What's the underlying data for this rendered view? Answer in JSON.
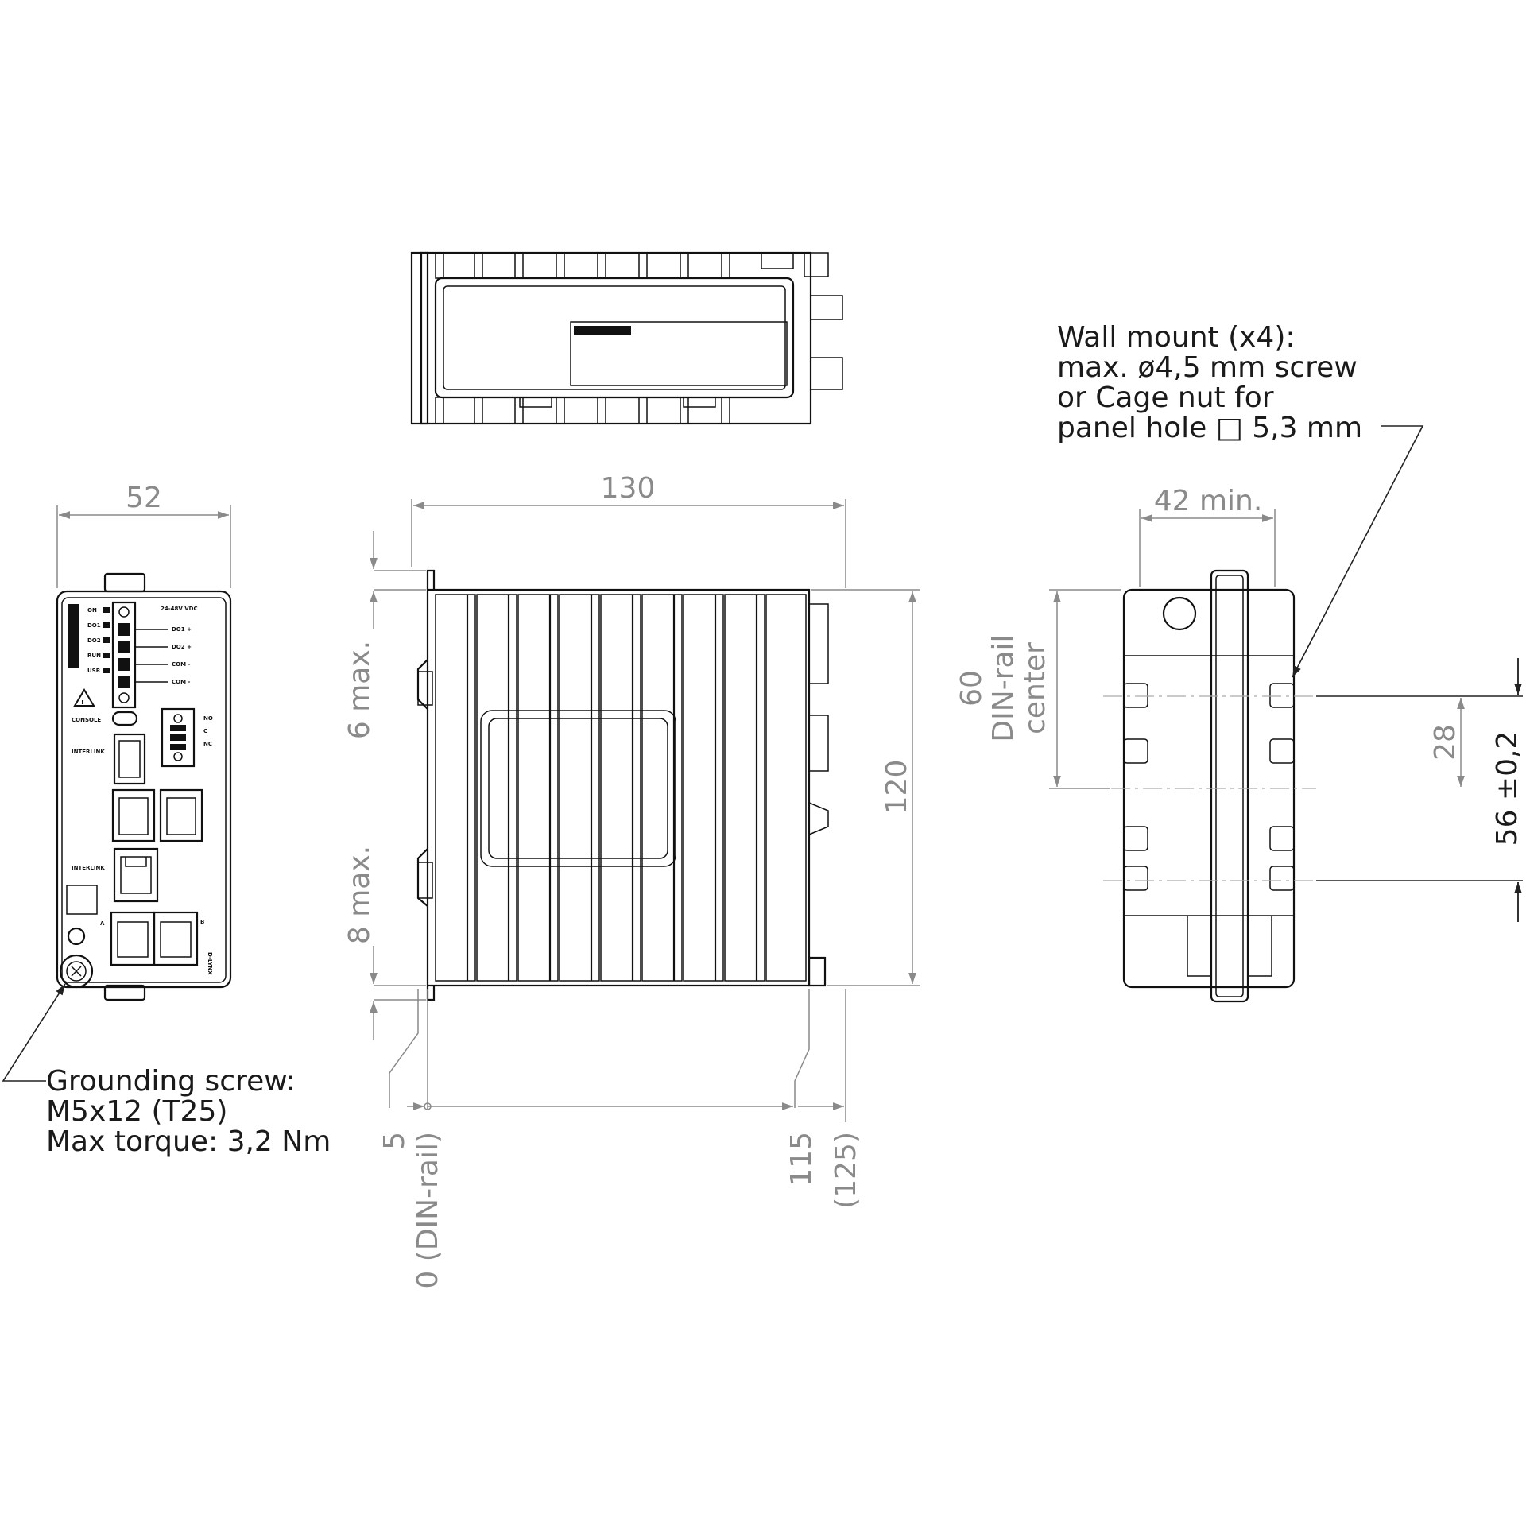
{
  "dimensions": {
    "width_front": "52",
    "length_side": "130",
    "top_offset": "6 max.",
    "bottom_offset": "8 max.",
    "height_side": "120",
    "din_rail_center_value": "60",
    "din_rail_center_label1": "DIN-rail",
    "din_rail_center_label2": "center",
    "mount_width": "42 min.",
    "hole_spacing": "28",
    "hole_pitch": "56 ±0,2",
    "depth_offset": "5",
    "depth_origin": "0 (DIN-rail)",
    "depth_115": "115",
    "depth_125": "(125)"
  },
  "notes": {
    "wall_mount": [
      "Wall mount (x4):",
      "max. ø4,5 mm screw",
      "or Cage nut for",
      "panel hole □ 5,3 mm"
    ],
    "grounding": [
      "Grounding screw:",
      "M5x12 (T25)",
      "Max torque: 3,2 Nm"
    ]
  },
  "front_panel_labels": {
    "power_header": "24-48V VDC",
    "leds": [
      "ON",
      "DO1",
      "DO2",
      "RUN",
      "USR"
    ],
    "terminals": [
      "DO1 +",
      "DO2 +",
      "COM -",
      "COM -"
    ],
    "console": "CONSOLE",
    "relay": [
      "NO",
      "C",
      "NC"
    ],
    "interlink_top": "INTERLINK",
    "port_a_label": "A",
    "port_b_label": "B",
    "interlink_bottom": "INTERLINK",
    "brand": "D-LYNX"
  }
}
